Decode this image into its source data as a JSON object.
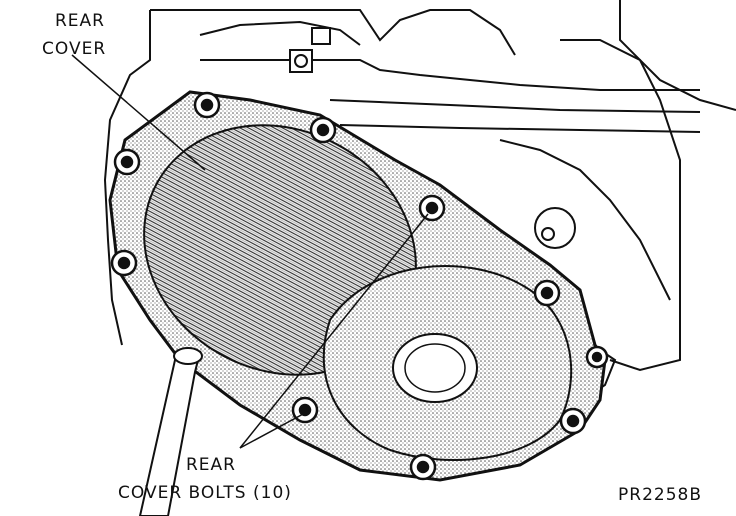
{
  "labels": {
    "rear_cover_line1": "REAR",
    "rear_cover_line2": "COVER",
    "bolts_line1": "REAR",
    "bolts_line2": "COVER BOLTS (10)",
    "figure_code": "PR2258B"
  },
  "colors": {
    "ink": "#111111",
    "paper": "#ffffff",
    "stipple": "#8a8a8a"
  }
}
